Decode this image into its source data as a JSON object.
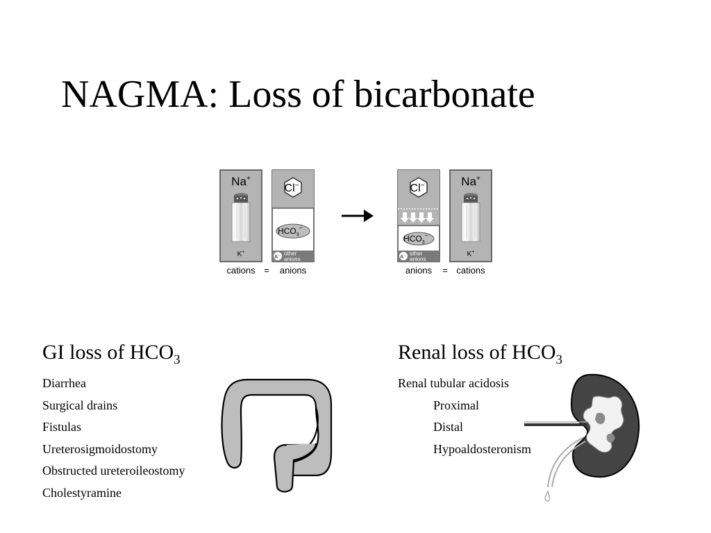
{
  "slide": {
    "title": "NAGMA: Loss of bicarbonate"
  },
  "diagram": {
    "before": {
      "cation_top": "Na",
      "cation_sup": "+",
      "cation_bottom": "K",
      "cation_bottom_sup": "+",
      "anion_main": "Cl",
      "anion_main_sup": "−",
      "anion_bicarb": "HCO",
      "anion_bicarb_sub": "3",
      "anion_bicarb_sup": "−",
      "other_anions_symbol": "A",
      "other_anions_symbol_sup": "−",
      "other_anions_line1": "other",
      "other_anions_line2": "anions",
      "caption_left": "cations",
      "caption_eq": "=",
      "caption_right": "anions"
    },
    "arrow": "→",
    "after": {
      "anion_main": "Cl",
      "anion_main_sup": "−",
      "anion_bicarb": "HCO",
      "anion_bicarb_sub": "3",
      "anion_bicarb_sup": "−",
      "other_anions_symbol": "A",
      "other_anions_symbol_sup": "−",
      "other_anions_line1": "other",
      "other_anions_line2": "anions",
      "cation_top": "Na",
      "cation_sup": "+",
      "cation_bottom": "K",
      "cation_bottom_sup": "+",
      "caption_left": "anions",
      "caption_eq": "=",
      "caption_right": "cations"
    }
  },
  "gi": {
    "heading": "GI loss of HCO",
    "heading_sub": "3",
    "items": [
      "Diarrhea",
      "Surgical drains",
      "Fistulas",
      "Ureterosigmoidostomy",
      "Obstructed ureteroileostomy",
      "Cholestyramine"
    ],
    "illustration_icon": "intestine-icon"
  },
  "renal": {
    "heading": "Renal loss of HCO",
    "heading_sub": "3",
    "items": [
      "Renal tubular acidosis",
      "Proximal",
      "Distal",
      "Hypoaldosteronism"
    ],
    "illustration_icon": "kidney-icon"
  },
  "colors": {
    "panel_fill": "#b4b4b4",
    "panel_stroke": "#444444",
    "bar_fill": "#7a7a7a",
    "organ_fill": "#bdbdbd",
    "kidney_fill": "#444444"
  }
}
